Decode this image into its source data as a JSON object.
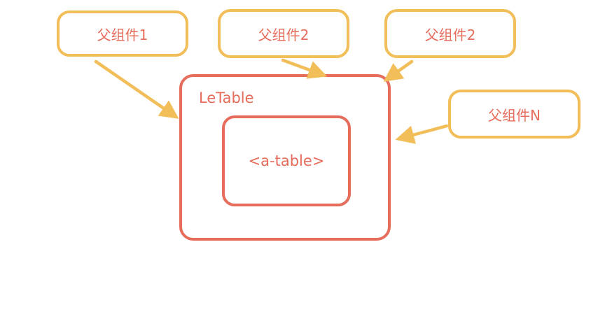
{
  "colors": {
    "parent_border": "#F2BE59",
    "component_border": "#E66C5B",
    "text": "#E66C5B",
    "arrow": "#F2BE59"
  },
  "parents": [
    {
      "label": "父组件1"
    },
    {
      "label": "父组件2"
    },
    {
      "label": "父组件2"
    },
    {
      "label": "父组件N"
    }
  ],
  "letable": {
    "label": "LeTable",
    "inner_label": "<a-table>"
  }
}
